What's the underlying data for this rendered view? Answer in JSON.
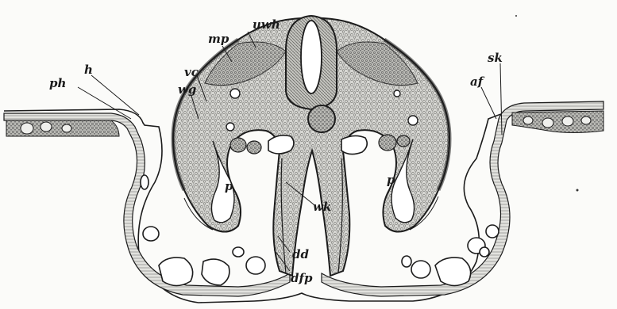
{
  "figure": {
    "labels": {
      "uwh": "uwh",
      "mp": "mp",
      "vc": "vc",
      "wg": "wg",
      "ph": "ph",
      "h": "h",
      "af": "af",
      "sk": "sk",
      "p_left": "p",
      "p_right": "p",
      "wk": "wk",
      "dd": "dd",
      "dfp": "dfp"
    },
    "colors": {
      "ink": "#1c1c1c",
      "tissue": "#cfcfcb",
      "tissue_dark": "#9d9d98",
      "cavity": "#ffffff",
      "paper": "#fbfbf9"
    }
  }
}
